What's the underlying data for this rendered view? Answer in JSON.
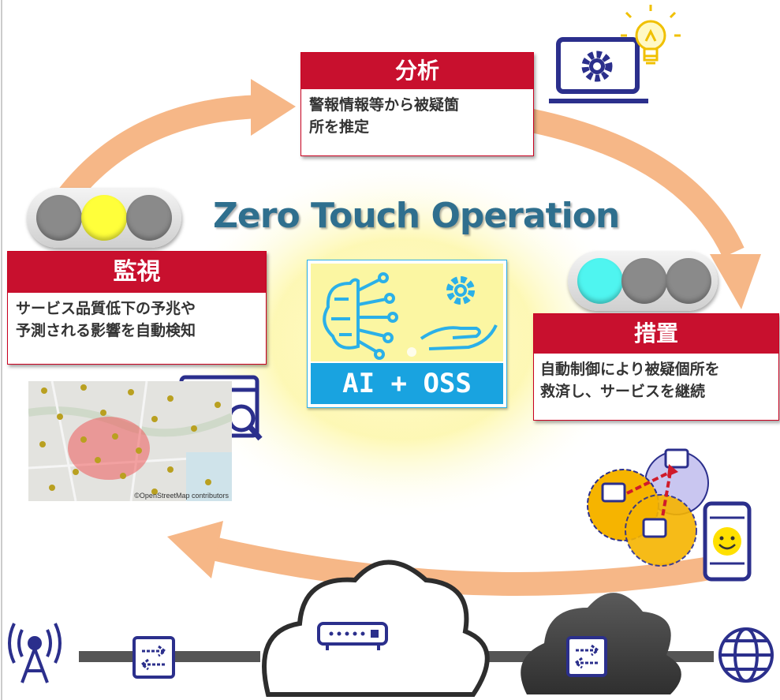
{
  "title": "Zero Touch Operation",
  "center": {
    "label": "AI + OSS"
  },
  "analysis": {
    "heading": "分析",
    "lines": [
      "警報情報等から被疑箇",
      "所を推定"
    ]
  },
  "monitor": {
    "heading": "監視",
    "lines": [
      "サービス品質低下の予兆や",
      "予測される影響を自動検知"
    ]
  },
  "action": {
    "heading": "措置",
    "lines": [
      "自動制御により被疑個所を",
      "救済し、サービスを継続"
    ]
  },
  "map": {
    "credit": "©OpenStreetMap contributors"
  },
  "traffic_lights": {
    "monitor": [
      "gray",
      "yellow",
      "gray"
    ],
    "action": [
      "cyan",
      "gray",
      "gray"
    ]
  },
  "colors": {
    "accent_red": "#c8102e",
    "arrow": "#f6b787",
    "title_blue": "#2f6f8e",
    "icon_navy": "#2b2f8c",
    "oss_blue": "#19a3e0",
    "glow_yellow": "#fdf7a8",
    "lamp_yellow": "#ffff3a",
    "lamp_cyan": "#4ff5f0",
    "lamp_gray": "#8a8a8a"
  },
  "icons": [
    "gear-laptop-icon",
    "lightbulb-icon",
    "map-search-icon",
    "brain-circuit-icon",
    "hand-gear-icon",
    "antenna-tower-icon",
    "switch-icon",
    "router-icon",
    "globe-icon",
    "smartphone-smile-icon",
    "access-point-icon"
  ]
}
